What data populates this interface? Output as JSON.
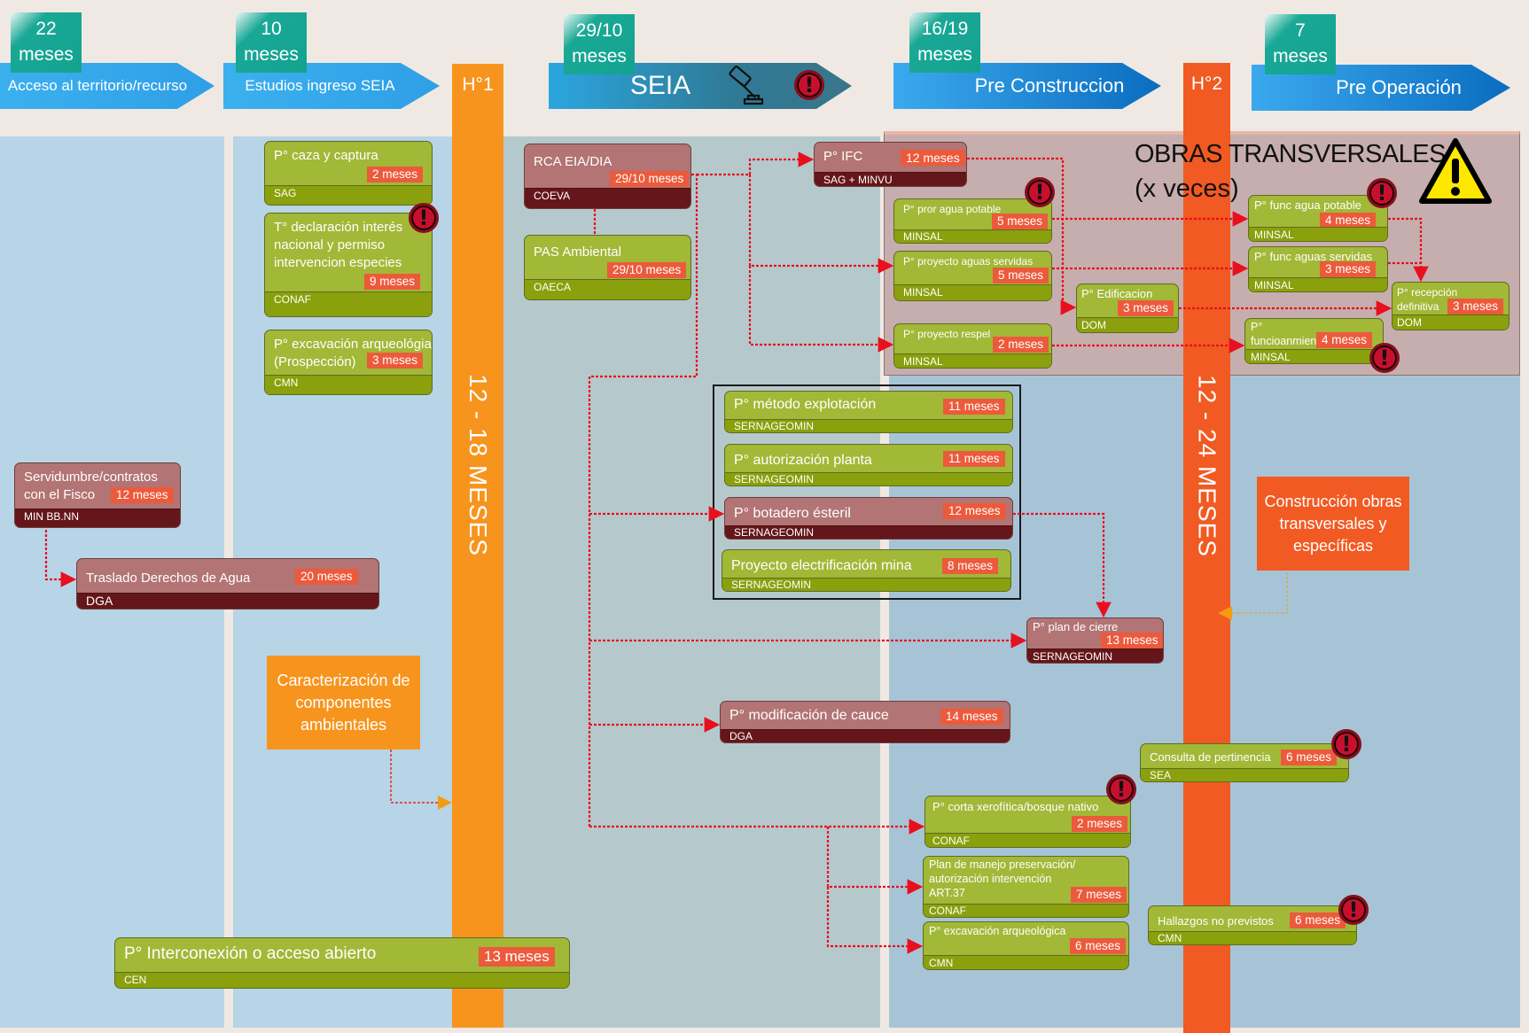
{
  "phases": [
    {
      "label": "Acceso al territorio/recurso",
      "duration_num": "22",
      "duration_unit": "meses"
    },
    {
      "label": "Estudios ingreso SEIA",
      "duration_num": "10",
      "duration_unit": "meses"
    },
    {
      "label": "SEIA",
      "duration_num": "29/10",
      "duration_unit": "meses"
    },
    {
      "label": "Pre Construccion",
      "duration_num": "16/19",
      "duration_unit": "meses"
    },
    {
      "label": "Pre Operación",
      "duration_num": "7",
      "duration_unit": "meses"
    }
  ],
  "milestones": [
    {
      "title": "H°1",
      "range": "12 - 18 MESES",
      "color": "#f7941d"
    },
    {
      "title": "H°2",
      "range": "12 - 24 MESES",
      "color": "#f15a22"
    }
  ],
  "obras_transversales": {
    "title": "OBRAS TRANSVERSALES",
    "subtitle": "(x veces)"
  },
  "notes": {
    "caracterizacion": "Caracterización de componentes ambientales",
    "construccion": "Construcción obras transversales y específicas"
  },
  "colors": {
    "green_card": "#a2b837",
    "red_card": "#b27474",
    "duration_tag": "#ec5a3c",
    "link": "#e8101e",
    "phase_blue": "#2f9fe6",
    "teal_badge": "#12a38f"
  },
  "cards": {
    "servidumbre": {
      "title": "Servidumbre/contratos con el Fisco",
      "duration": "12 meses",
      "agency": "MIN BB.NN"
    },
    "traslado": {
      "title": "Traslado Derechos de Agua",
      "duration": "20 meses",
      "agency": "DGA"
    },
    "interconexion": {
      "title": "P° Interconexión o acceso abierto",
      "duration": "13 meses",
      "agency": "CEN"
    },
    "caza": {
      "title": "P° caza y captura",
      "duration": "2 meses",
      "agency": "SAG"
    },
    "declaracion": {
      "title": "T° declaración interés nacional y permiso intervencion especies",
      "duration": "9 meses",
      "agency": "CONAF"
    },
    "excavacion1": {
      "title": "P° excavación arqueológia (Prospección)",
      "duration": "3 meses",
      "agency": "CMN"
    },
    "rca": {
      "title": "RCA EIA/DIA",
      "duration": "29/10 meses",
      "agency": "COEVA"
    },
    "pas": {
      "title": "PAS Ambiental",
      "duration": "29/10 meses",
      "agency": "OAECA"
    },
    "ifc": {
      "title": "P° IFC",
      "duration": "12 meses",
      "agency": "SAG + MINVU"
    },
    "agua_potable": {
      "title": "P° pror agua potable",
      "duration": "5 meses",
      "agency": "MINSAL"
    },
    "aguas_servidas": {
      "title": "P° proyecto  aguas servidas",
      "duration": "5 meses",
      "agency": "MINSAL"
    },
    "respel": {
      "title": "P° proyecto respel",
      "duration": "2 meses",
      "agency": "MINSAL"
    },
    "edificacion": {
      "title": "P° Edificacion",
      "duration": "3 meses",
      "agency": "DOM"
    },
    "func_agua_potable": {
      "title": "P° func  agua potable",
      "duration": "4 meses",
      "agency": "MINSAL"
    },
    "func_aguas_servidas": {
      "title": "P° func  aguas servidas",
      "duration": "3 meses",
      "agency": "MINSAL"
    },
    "func_respel": {
      "title": "P° funcioanmiento respel",
      "duration": "4 meses",
      "agency": "MINSAL"
    },
    "recepcion": {
      "title": "P° recepción definitiva",
      "duration": "3 meses",
      "agency": "DOM"
    },
    "metodo": {
      "title": "P° método explotación",
      "duration": "11 meses",
      "agency": "SERNAGEOMIN"
    },
    "planta": {
      "title": "P° autorización planta",
      "duration": "11 meses",
      "agency": "SERNAGEOMIN"
    },
    "botadero": {
      "title": "P° botadero ésteril",
      "duration": "12 meses",
      "agency": "SERNAGEOMIN"
    },
    "electrificacion": {
      "title": "Proyecto electrificación mina",
      "duration": "8 meses",
      "agency": "SERNAGEOMIN"
    },
    "cierre": {
      "title": "P° plan de cierre",
      "duration": "13 meses",
      "agency": "SERNAGEOMIN"
    },
    "cauce": {
      "title": "P° modificación de cauce",
      "duration": "14 meses",
      "agency": "DGA"
    },
    "pertinencia": {
      "title": "Consulta de pertinencia",
      "duration": "6 meses",
      "agency": "SEA"
    },
    "xerofitica": {
      "title": "P° corta xerofítica/bosque nativo",
      "duration": "2 meses",
      "agency": "CONAF"
    },
    "plan_manejo": {
      "title": "Plan de manejo preservación/ autorización intervención ART.37",
      "duration": "7 meses",
      "agency": "CONAF"
    },
    "excavacion2": {
      "title": "P° excavación arqueológica",
      "duration": "6 meses",
      "agency": "CMN"
    },
    "hallazgos": {
      "title": "Hallazgos no previstos",
      "duration": "6 meses",
      "agency": "CMN"
    }
  }
}
